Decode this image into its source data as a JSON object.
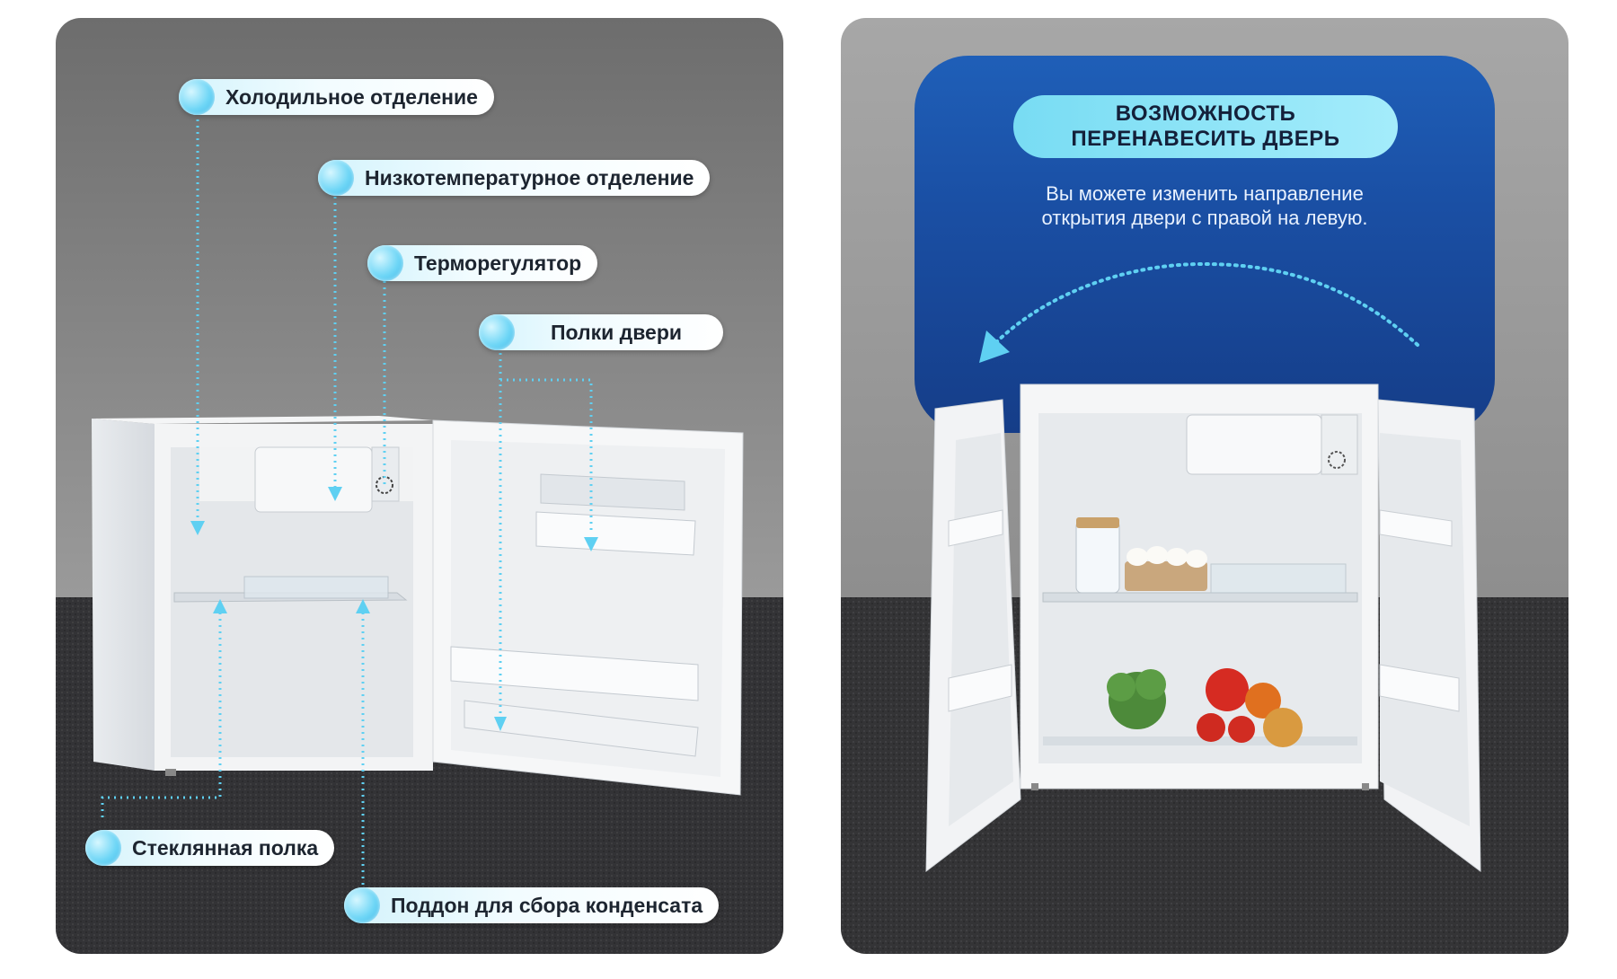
{
  "left_panel": {
    "labels": {
      "fridge_compartment": "Холодильное отделение",
      "low_temp_compartment": "Низкотемпературное отделение",
      "thermostat": "Терморегулятор",
      "door_shelves": "Полки двери",
      "glass_shelf": "Стеклянная полка",
      "condensate_tray": "Поддон для сбора конденсата"
    }
  },
  "right_panel": {
    "headline_line1": "ВОЗМОЖНОСТЬ",
    "headline_line2": "ПЕРЕНАВЕСИТЬ ДВЕРЬ",
    "subtext_line1": "Вы можете изменить направление",
    "subtext_line2": "открытия двери с правой на левую."
  },
  "colors": {
    "accent_cyan": "#5fd0f2",
    "banner_blue": "#1a4fa4",
    "wall_gray": "#8a8a8a",
    "floor_dark": "#3a3a3c"
  }
}
